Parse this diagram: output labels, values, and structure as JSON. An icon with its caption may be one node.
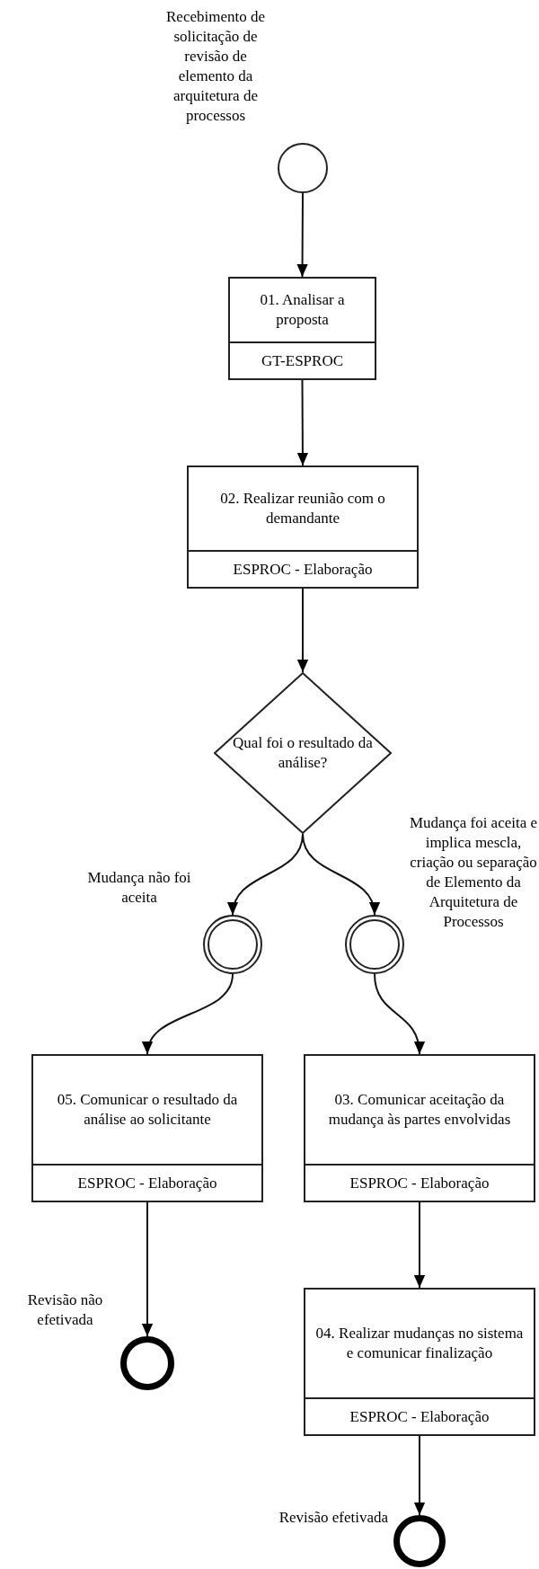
{
  "diagram": {
    "nodes": [
      {
        "text": [],
        "shape": "circle",
        "beside": [
          "Recebimento de solicitação de revisão de elemento da arquitetura de processos"
        ]
      },
      {
        "text": [
          "01. Analisar a proposta",
          "GT-ESPROC"
        ]
      },
      {
        "text": [
          "02. Realizar reunião com o demandante",
          "ESPROC - Elaboração"
        ]
      },
      {
        "text": [
          "Qual foi o resultado da análise?"
        ]
      },
      {
        "text": [],
        "shape": "circle",
        "beside": [
          "Mudança não foi aceita"
        ]
      },
      {
        "text": [],
        "shape": "circle",
        "beside": [
          "Mudança foi aceita e implica mescla, criação ou separação de Elemento da Arquitetura de Processos"
        ]
      },
      {
        "text": [
          "05. Comunicar o resultado da análise ao solicitante",
          "ESPROC - Elaboração"
        ]
      },
      {
        "text": [
          "03. Comunicar aceitação da mudança às partes envolvidas",
          "ESPROC - Elaboração"
        ]
      },
      {
        "text": [
          "04. Realizar mudanças no sistema e comunicar finalização",
          "ESPROC - Elaboração"
        ]
      },
      {
        "text": [],
        "shape": "circle",
        "beside": [
          "Revisão não efetivada"
        ]
      },
      {
        "text": [],
        "shape": "circle",
        "beside": [
          "Revisão efetivada"
        ]
      }
    ],
    "edges": [
      {
        "from": 0,
        "to": 1,
        "arrow": "to"
      },
      {
        "from": 1,
        "to": 2,
        "arrow": "to"
      },
      {
        "from": 2,
        "to": 3,
        "arrow": "to"
      },
      {
        "from": 3,
        "to": 4,
        "arrow": "to"
      },
      {
        "from": 3,
        "to": 5,
        "arrow": "to"
      },
      {
        "from": 4,
        "to": 6,
        "arrow": "to"
      },
      {
        "from": 5,
        "to": 7,
        "arrow": "to"
      },
      {
        "from": 6,
        "to": 9,
        "arrow": "to"
      },
      {
        "from": 7,
        "to": 8,
        "arrow": "to"
      },
      {
        "from": 8,
        "to": 10,
        "arrow": "to"
      }
    ]
  }
}
